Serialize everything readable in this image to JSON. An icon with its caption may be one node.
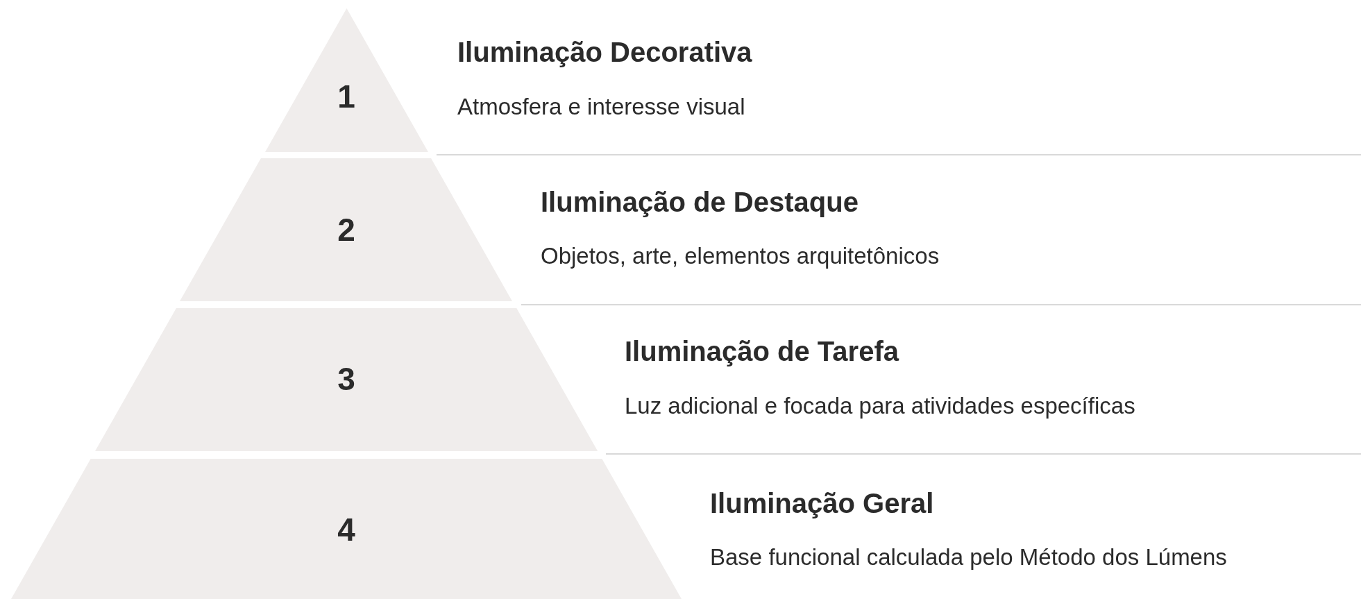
{
  "diagram": {
    "nodes": [
      {
        "text": [
          "1"
        ],
        "beside": [
          "Iluminação Decorativa",
          "Atmosfera e interesse visual"
        ]
      },
      {
        "text": [
          "2"
        ],
        "beside": [
          "Iluminação de Destaque",
          "Objetos, arte, elementos arquitetônicos"
        ]
      },
      {
        "text": [
          "3"
        ],
        "beside": [
          "Iluminação de Tarefa",
          "Luz adicional e focada para atividades específicas"
        ]
      },
      {
        "text": [
          "4"
        ],
        "beside": [
          "Iluminação Geral",
          "Base funcional calculada pelo Método dos Lúmens"
        ]
      }
    ]
  }
}
